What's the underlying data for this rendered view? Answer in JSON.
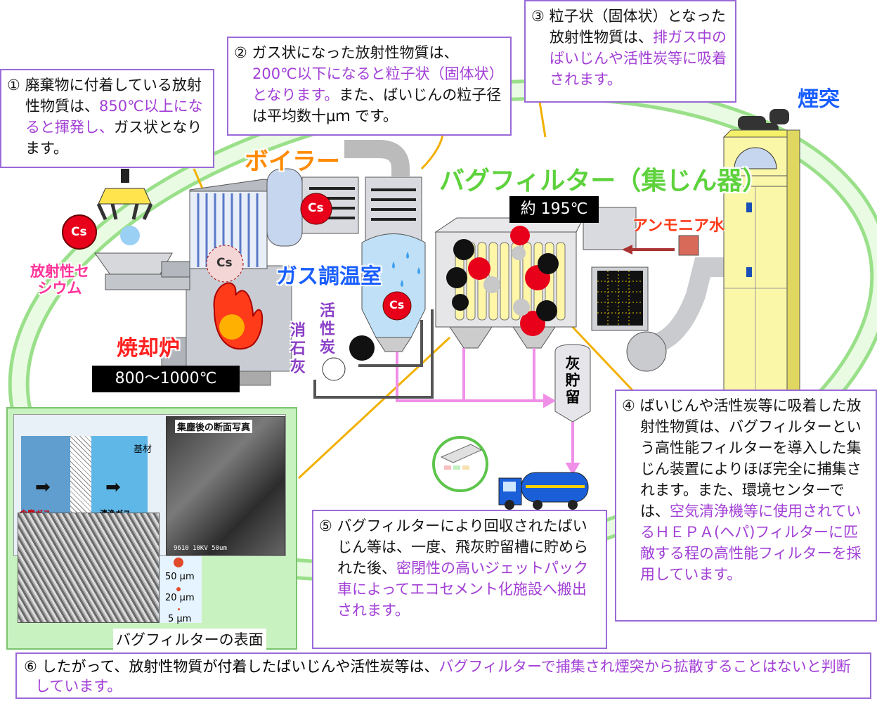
{
  "callouts": {
    "c1": {
      "num": "①",
      "parts": [
        "廃棄物に付着している放射性物質は、",
        "850℃以上になると揮発し、",
        "ガス状となります。"
      ]
    },
    "c2": {
      "num": "②",
      "parts": [
        "ガス状になった放射性物質は、",
        "200℃以下になると粒子状（固体状）となります。",
        "また、ばいじんの粒子径は平均数十μｍ です。"
      ]
    },
    "c3": {
      "num": "③",
      "parts": [
        "粒子状（固体状）となった放射性物質は、",
        "排ガス中のばいじんや活性炭等に吸着されます。"
      ]
    },
    "c4": {
      "num": "④",
      "parts": [
        "ばいじんや活性炭等に吸着した放射性物質は、バグフィルターという高性能フィルターを導入した集じん装置によりほぼ完全に捕集されます。また、環境センターでは、",
        "空気清浄機等に使用されているＨＥＰＡ(ヘパ)フィルターに匹敵する程の高性能フィルターを採用しています。"
      ]
    },
    "c5": {
      "num": "⑤",
      "parts": [
        "バグフィルターにより回収されたばいじん等は、一度、飛灰貯留槽に貯められた後、",
        "密閉性の高いジェットパック車によってエコセメント化施設へ搬出されます。"
      ]
    },
    "c6": {
      "num": "⑥",
      "parts": [
        "したがって、放射性物質が付着したばいじんや活性炭等は、",
        "バグフィルターで捕集され煙突から拡散することはないと判断しています。"
      ]
    }
  },
  "labels": {
    "boiler": "ボイラー",
    "bagfilter": "バグフィルター（集じん器）",
    "chimney": "煙突",
    "gas_room": "ガス調温室",
    "incinerator": "焼却炉",
    "cesium": "放射性セシウム",
    "ammonia": "アンモニア水",
    "slaked_lime": "消石灰",
    "activated_carbon": "活性炭",
    "ash_storage": "灰貯留",
    "cs": "Cs"
  },
  "temps": {
    "bag": "約 195℃",
    "furnace": "800～1000℃"
  },
  "inset": {
    "caption": "バグフィルターの表面",
    "photo_title": "集塵後の断面写真",
    "base_material": "基材",
    "dust_gas": "含塵ガス",
    "clean_gas": "清浄ガス",
    "scale_50": "50 μm",
    "scale_20": "20 μm",
    "scale_5": "5 μm",
    "sem_footer": "9610  10KV  50um"
  }
}
